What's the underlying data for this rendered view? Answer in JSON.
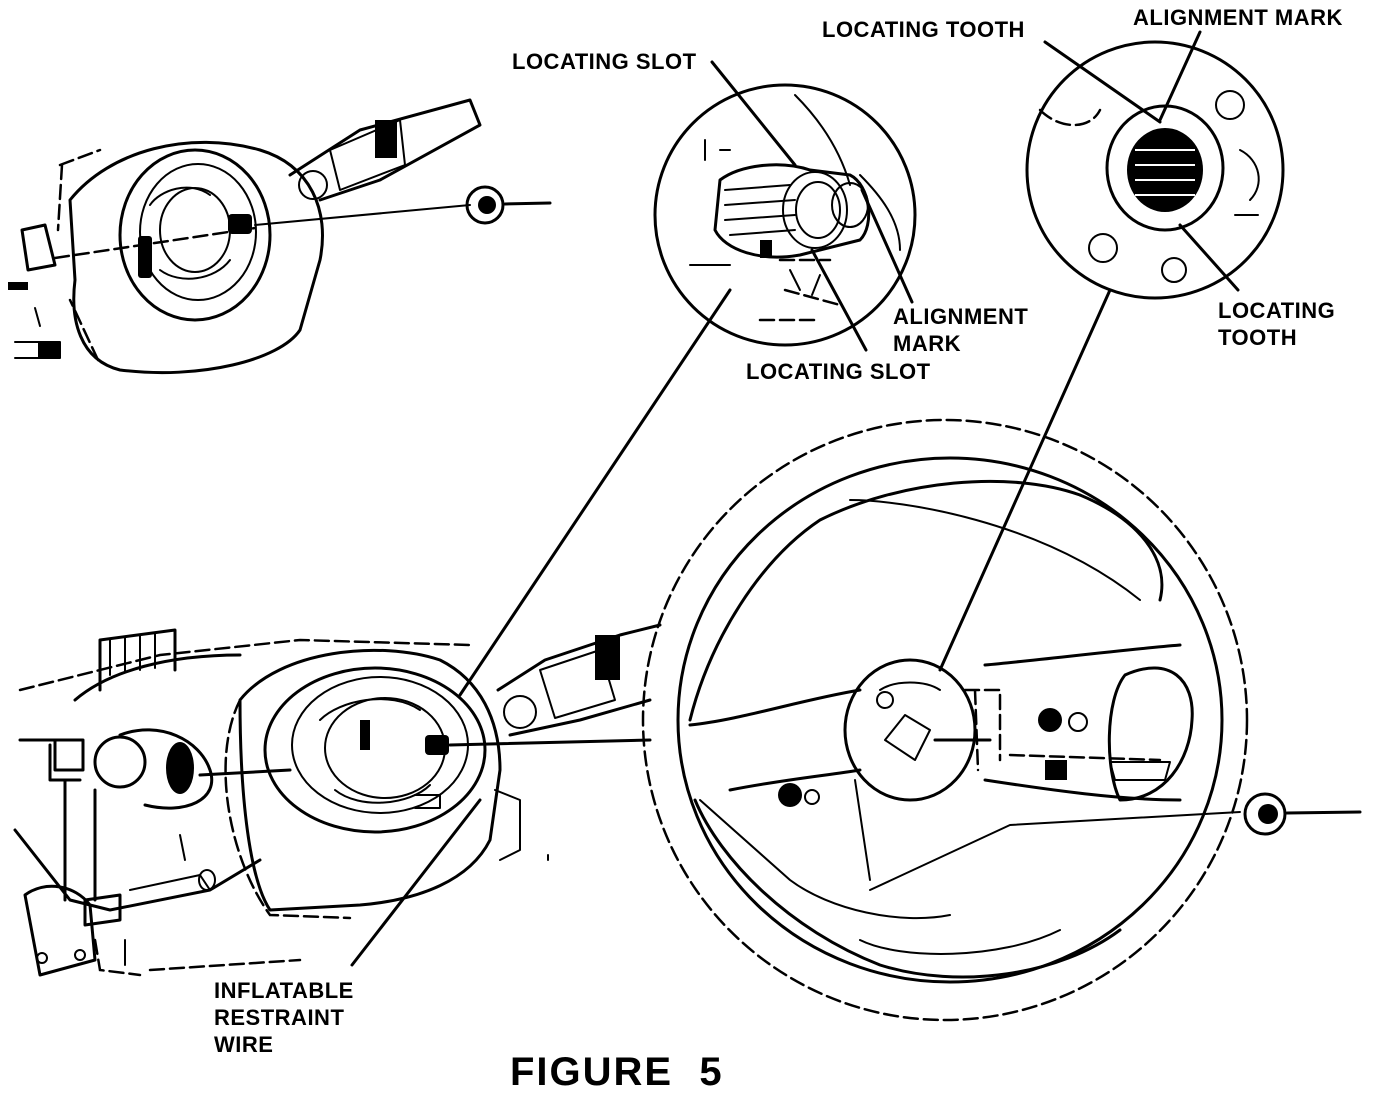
{
  "labels": {
    "locating_slot_top": "LOCATING SLOT",
    "locating_tooth_top": "LOCATING TOOTH",
    "alignment_mark_top": "ALIGNMENT MARK",
    "alignment_mark_mid": "ALIGNMENT\nMARK",
    "locating_slot_bottom": "LOCATING SLOT",
    "locating_tooth_right": "LOCATING\nTOOTH",
    "inflatable_restraint_wire": "INFLATABLE\nRESTRAINT\nWIRE"
  },
  "figure": {
    "caption": "FIGURE  5"
  }
}
